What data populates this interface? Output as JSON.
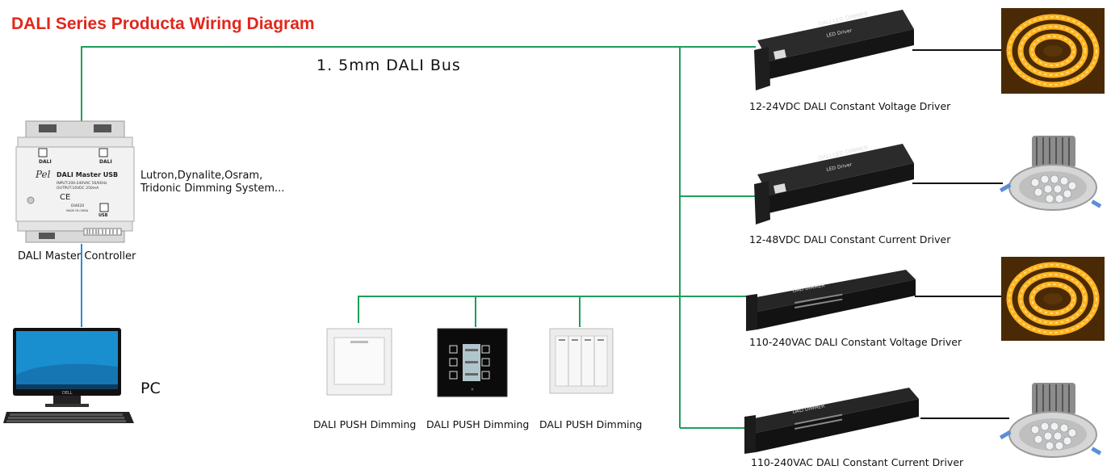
{
  "title": "DALI Series Producta Wiring Diagram",
  "bus_label": "1. 5mm DALI Bus",
  "colors": {
    "title": "#e1261c",
    "bus_wire": "#1e9e5a",
    "pc_wire": "#2b8fd6",
    "load_wire": "#111111"
  },
  "controller": {
    "label": "DALI Master Controller",
    "device_text": {
      "port_left": "DALI",
      "port_right": "DALI",
      "logo": "Pel",
      "name": "DALI Master USB",
      "input": "INPUT:200-240VAC 50/60Hz",
      "output": "OUTPUT:16VDC 250mA",
      "model": "DI4620",
      "made_in": "MADE IN CHINA",
      "usb": "USB",
      "ce": "CE"
    },
    "compatible_systems": [
      "Lutron,Dynalite,Osram,",
      "Tridonic Dimming System..."
    ]
  },
  "pc": {
    "label": "PC",
    "monitor_brand": "DELL"
  },
  "push_dimmers": [
    {
      "label": "DALI  PUSH  Dimming",
      "style": "single-button-white"
    },
    {
      "label": "DALI  PUSH  Dimming",
      "style": "glass-touch-black"
    },
    {
      "label": "DALI  PUSH  Dimming",
      "style": "four-gang-white"
    }
  ],
  "drivers": [
    {
      "label": "12-24VDC DALI Constant  Voltage Driver",
      "style": "black-box",
      "header": "DALI LED DIMMER",
      "sub": "LED Driver",
      "load": "led-strip-reel"
    },
    {
      "label": "12-48VDC DALI Constant Current Driver",
      "style": "black-box",
      "header": "DALI LED DIMMER",
      "sub": "LED Driver",
      "load": "downlight"
    },
    {
      "label": "110-240VAC DALI Constant  Voltage Driver",
      "style": "long-black",
      "header": "DALI DIMMER",
      "sub": "",
      "load": "led-strip-reel"
    },
    {
      "label": "110-240VAC DALI Constant Current Driver",
      "style": "long-black",
      "header": "DALI DIMMER",
      "sub": "",
      "load": "downlight"
    }
  ]
}
